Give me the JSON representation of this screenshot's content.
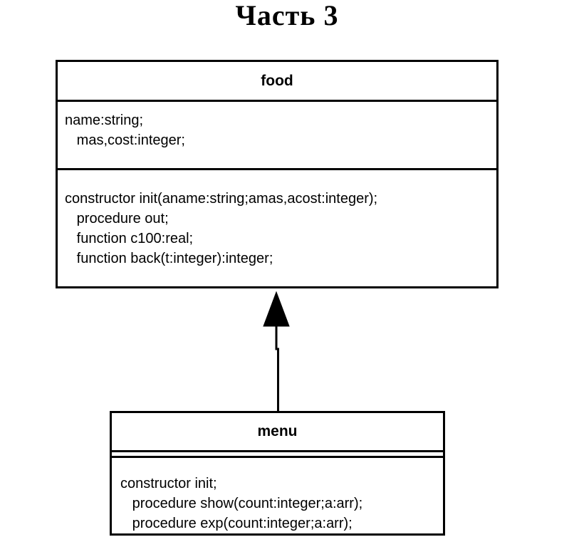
{
  "page_title": "Часть 3",
  "colors": {
    "background": "#ffffff",
    "line": "#000000",
    "text": "#000000"
  },
  "diagram": {
    "type": "uml-class-diagram",
    "classes": [
      {
        "name": "food",
        "attributes": [
          "name:string;",
          "   mas,cost:integer;"
        ],
        "methods": [
          "constructor init(aname:string;amas,acost:integer);",
          "   procedure out;",
          "   function c100:real;",
          "   function back(t:integer):integer;"
        ]
      },
      {
        "name": "menu",
        "attributes": [],
        "methods": [
          "constructor init;",
          "   procedure show(count:integer;a:arr);",
          "   procedure exp(count:integer;a:arr);"
        ]
      }
    ],
    "relationships": [
      {
        "type": "generalization",
        "from": "menu",
        "to": "food",
        "arrowhead": "filled-triangle-up"
      }
    ]
  }
}
